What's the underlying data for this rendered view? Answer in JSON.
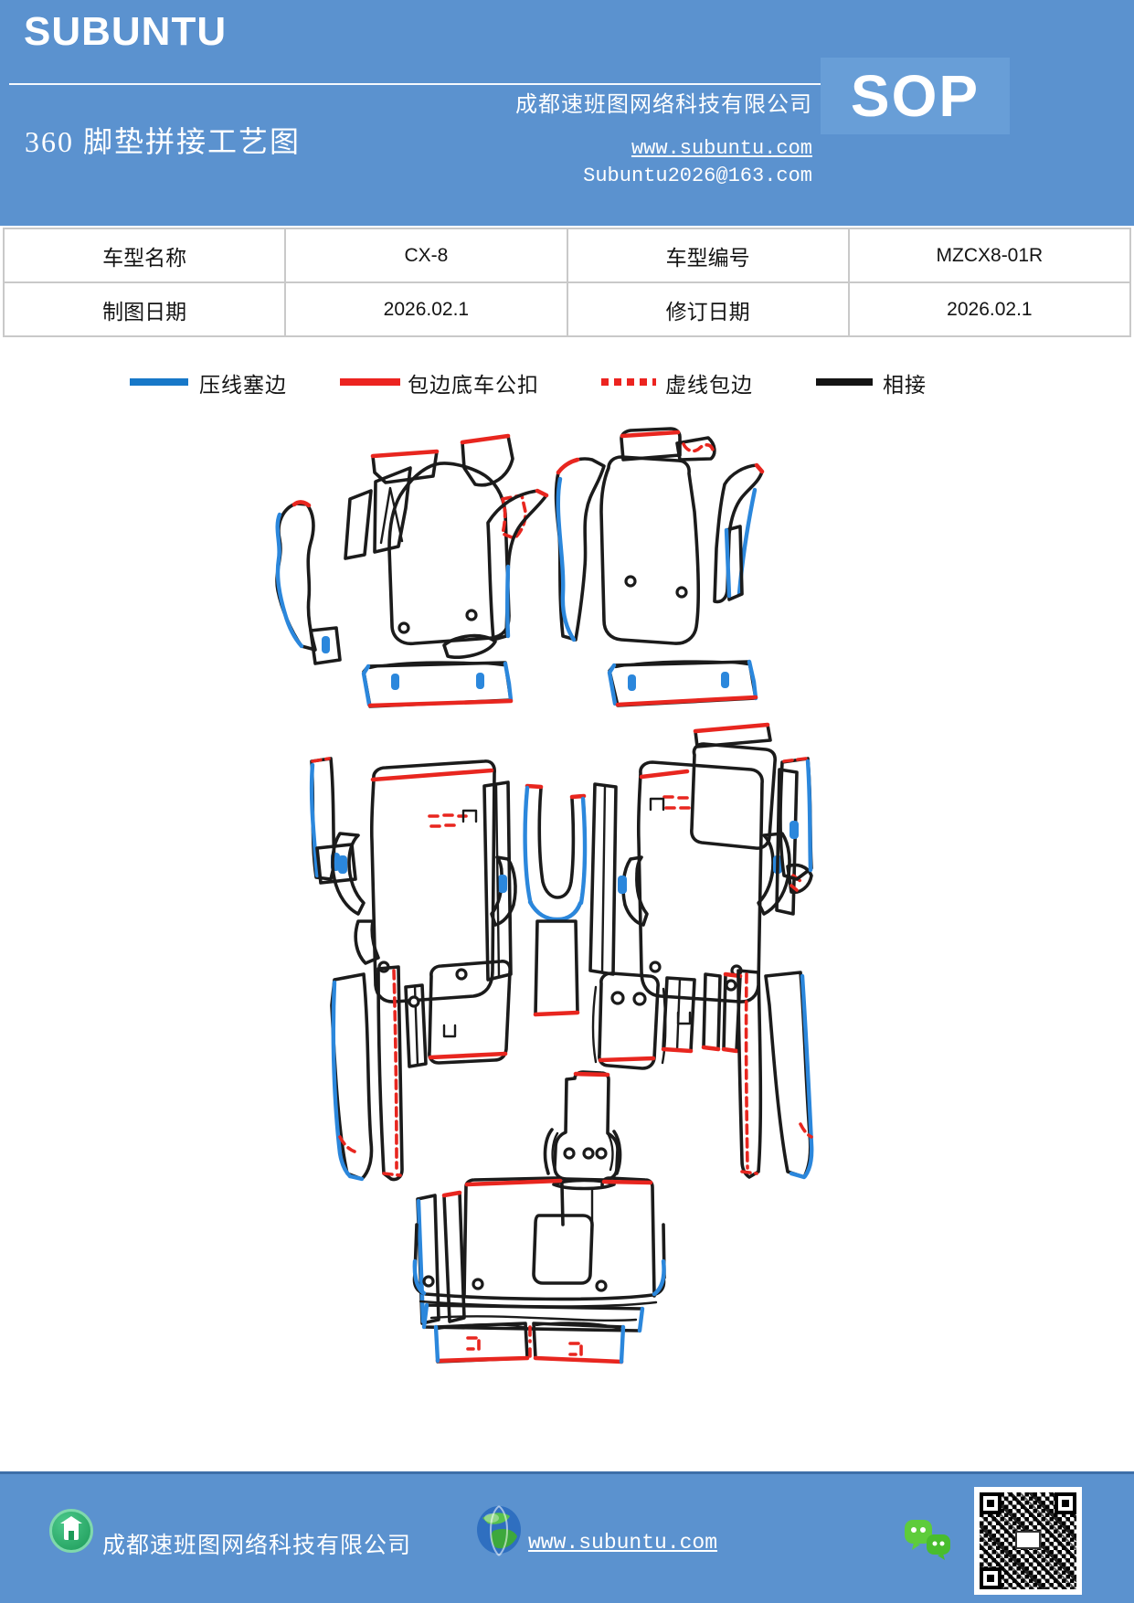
{
  "header": {
    "brand": "SUBUNTU",
    "company": "成都速班图网络科技有限公司",
    "doc_title": "360 脚垫拼接工艺图",
    "website": "www.subuntu.com",
    "email": "Subuntu2026@163.com",
    "sop_label": "SOP"
  },
  "info_table": {
    "rows": [
      {
        "label1": "车型名称",
        "value1": "CX-8",
        "label2": "车型编号",
        "value2": "MZCX8-01R"
      },
      {
        "label1": "制图日期",
        "value1": "2026.02.1",
        "label2": "修订日期",
        "value2": "2026.02.1"
      }
    ]
  },
  "legend": {
    "items": [
      {
        "label": "压线塞边",
        "color": "#1778C8",
        "line_style": "solid"
      },
      {
        "label": "包边底车公扣",
        "color": "#EC2420",
        "line_style": "solid"
      },
      {
        "label": "虚线包边",
        "color": "#EC2420",
        "line_style": "dashed"
      },
      {
        "label": "相接",
        "color": "#141414",
        "line_style": "solid"
      }
    ]
  },
  "diagram": {
    "stroke_colors": {
      "outline_black": "#1B1B1B",
      "press_edge_blue": "#2B87DC",
      "bind_edge_red": "#E8261F",
      "dashed_bind_red": "#E8261F"
    }
  },
  "footer": {
    "company": "成都速班图网络科技有限公司",
    "website": "www.subuntu.com"
  }
}
